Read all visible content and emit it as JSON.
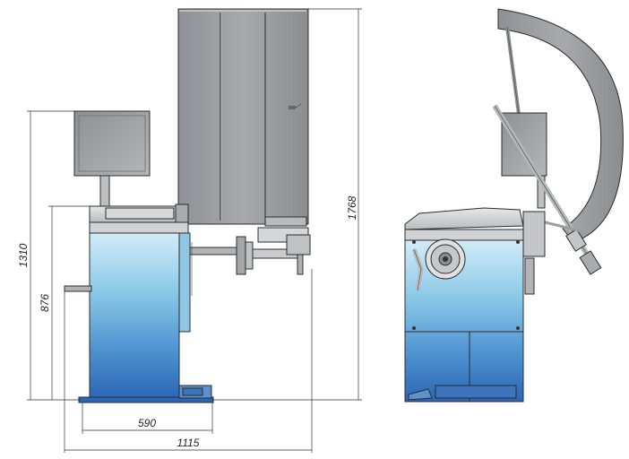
{
  "dimensions": {
    "total_height": "1768",
    "body_height": "1310",
    "table_height": "876",
    "base_depth": "590",
    "total_width": "1115"
  },
  "colors": {
    "body_top": "#cfe8f6",
    "body_mid": "#79bde0",
    "body_bottom": "#2f6fbe",
    "guard_gray": "#9a9ca0",
    "frame_gray": "#c8c9cc",
    "dimension_line": "#333333"
  }
}
